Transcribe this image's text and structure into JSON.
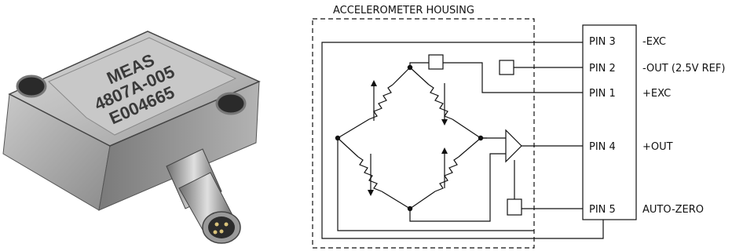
{
  "device": {
    "engraving": [
      "MEAS",
      "4807A-005",
      "E004665"
    ]
  },
  "diagram": {
    "housing_label": "ACCELEROMETER HOUSING",
    "pins": [
      {
        "pin": "PIN 3",
        "signal": "-EXC"
      },
      {
        "pin": "PIN 2",
        "signal": "-OUT (2.5V REF)"
      },
      {
        "pin": "PIN 1",
        "signal": "+EXC"
      },
      {
        "pin": "PIN 4",
        "signal": "+OUT"
      },
      {
        "pin": "PIN 5",
        "signal": "AUTO-ZERO"
      }
    ]
  }
}
